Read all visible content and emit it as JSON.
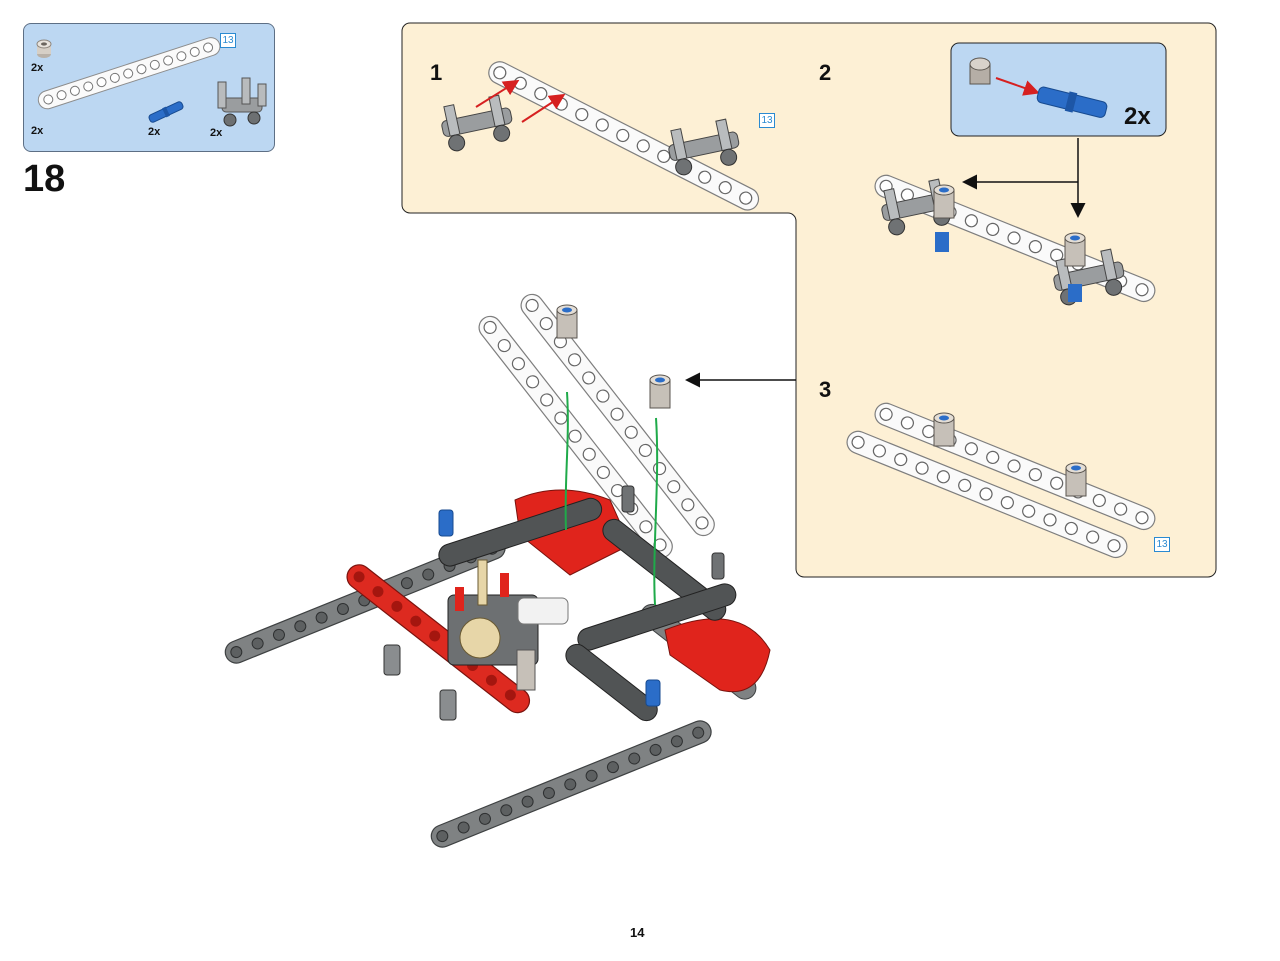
{
  "page": {
    "number": "14"
  },
  "step": {
    "number": "18"
  },
  "parts_list": {
    "items": [
      {
        "qty": "2x",
        "part": "bush"
      },
      {
        "qty": "2x",
        "part": "beam",
        "length": "13"
      },
      {
        "qty": "2x",
        "part": "pin"
      },
      {
        "qty": "2x",
        "part": "connector"
      }
    ]
  },
  "substeps": [
    {
      "number": "1",
      "beam_length": "13"
    },
    {
      "number": "2",
      "inset_qty": "2x"
    },
    {
      "number": "3",
      "beam_length": "13"
    }
  ],
  "colors": {
    "parts_bg": "#bcd7f2",
    "substep_bg": "#fdf0d5",
    "beam_white": "#f7f7f7",
    "beam_gray": "#7d7f80",
    "red": "#e0241c",
    "blue": "#2b6dc8",
    "green_line": "#1faa4a"
  }
}
